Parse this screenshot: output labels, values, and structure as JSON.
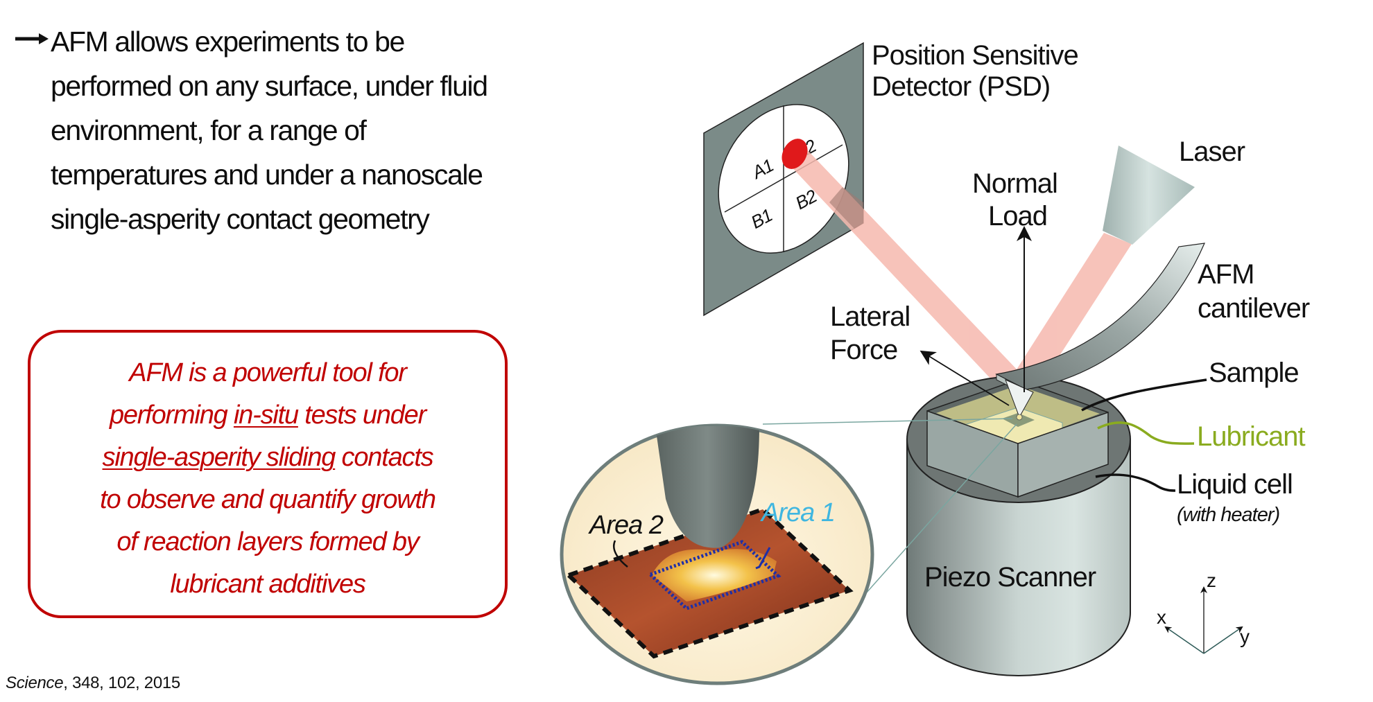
{
  "bullet": {
    "icon": "right-arrow-icon",
    "lines": [
      "AFM allows experiments to be",
      "performed on any surface, under fluid",
      "environment, for a range of",
      "temperatures and under a nanoscale",
      "single-asperity contact geometry"
    ]
  },
  "callout": {
    "border_color": "#c00000",
    "text_color": "#c00000",
    "line1": "AFM is a powerful tool for",
    "line2_pre": "performing ",
    "line2_underlined": "in-situ",
    "line2_post": " tests under",
    "line3_underlined": "single-asperity sliding",
    "line3_post": " contacts",
    "line4": "to observe and quantify growth",
    "line5": "of reaction layers formed by",
    "line6": "lubricant additives"
  },
  "citation": {
    "journal": "Science",
    "details": ", 348, 102, 2015"
  },
  "diagram": {
    "psd": {
      "label_line1": "Position Sensitive",
      "label_line2": "Detector (PSD)",
      "quadrants": [
        "A1",
        "A2",
        "B1",
        "B2"
      ],
      "spot_color": "#e0191b"
    },
    "laser": {
      "label": "Laser",
      "beam_color": "#f6b8ae"
    },
    "normal_load": {
      "line1": "Normal",
      "line2": "Load"
    },
    "lateral_force": {
      "line1": "Lateral",
      "line2": "Force"
    },
    "cantilever": {
      "line1": "AFM",
      "line2": "cantilever"
    },
    "sample": {
      "label": "Sample"
    },
    "lubricant": {
      "label": "Lubricant",
      "color": "#8aab1f"
    },
    "liquid_cell": {
      "line1": "Liquid cell",
      "line2": "(with heater)"
    },
    "piezo": {
      "label": "Piezo Scanner"
    },
    "axes": {
      "x": "x",
      "y": "y",
      "z": "z"
    },
    "inset": {
      "area2_label": "Area 2",
      "area1_label": "Area 1",
      "area1_color": "#3fb6e0",
      "area1_border_color": "#1e2fa8"
    }
  }
}
